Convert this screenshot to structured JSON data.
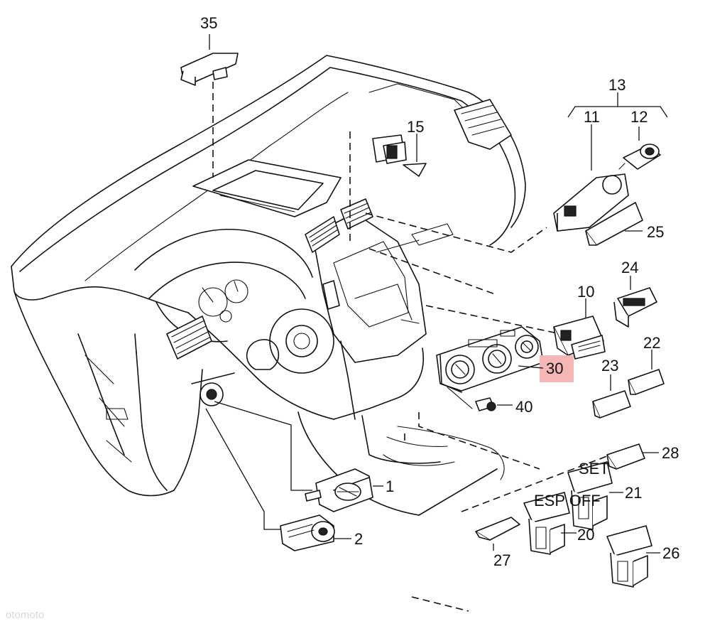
{
  "callouts": [
    {
      "key": "p35",
      "label": "35"
    },
    {
      "key": "p15",
      "label": "15"
    },
    {
      "key": "p13",
      "label": "13"
    },
    {
      "key": "p11",
      "label": "11"
    },
    {
      "key": "p12",
      "label": "12"
    },
    {
      "key": "p25",
      "label": "25"
    },
    {
      "key": "p24",
      "label": "24"
    },
    {
      "key": "p10",
      "label": "10"
    },
    {
      "key": "p30",
      "label": "30",
      "highlighted": true
    },
    {
      "key": "p22",
      "label": "22"
    },
    {
      "key": "p23",
      "label": "23"
    },
    {
      "key": "p40",
      "label": "40"
    },
    {
      "key": "p28",
      "label": "28"
    },
    {
      "key": "p1",
      "label": "1"
    },
    {
      "key": "p21",
      "label": "21"
    },
    {
      "key": "p20",
      "label": "20"
    },
    {
      "key": "p2",
      "label": "2"
    },
    {
      "key": "p26",
      "label": "26"
    },
    {
      "key": "p27",
      "label": "27"
    }
  ],
  "switch_legends": {
    "p20": "ESP OFF",
    "p21": "SET"
  },
  "highlight_color": "#f4b6b6",
  "watermark": "otomoto"
}
